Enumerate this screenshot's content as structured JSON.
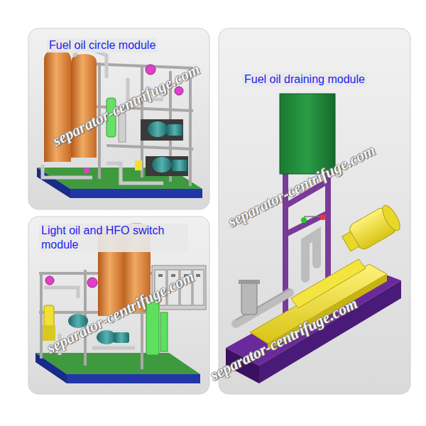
{
  "diagram": {
    "nodes": [
      {
        "text": [
          "Fuel oil circle module"
        ]
      },
      {
        "text": [
          "Light oil and HFO switch module"
        ]
      },
      {
        "text": [
          "Fuel oil draining module"
        ]
      }
    ],
    "labels": [
      "separator-centrifuge.com",
      "separator-centrifuge.com",
      "separator-centrifuge.com",
      "separator-centrifuge.com"
    ]
  }
}
